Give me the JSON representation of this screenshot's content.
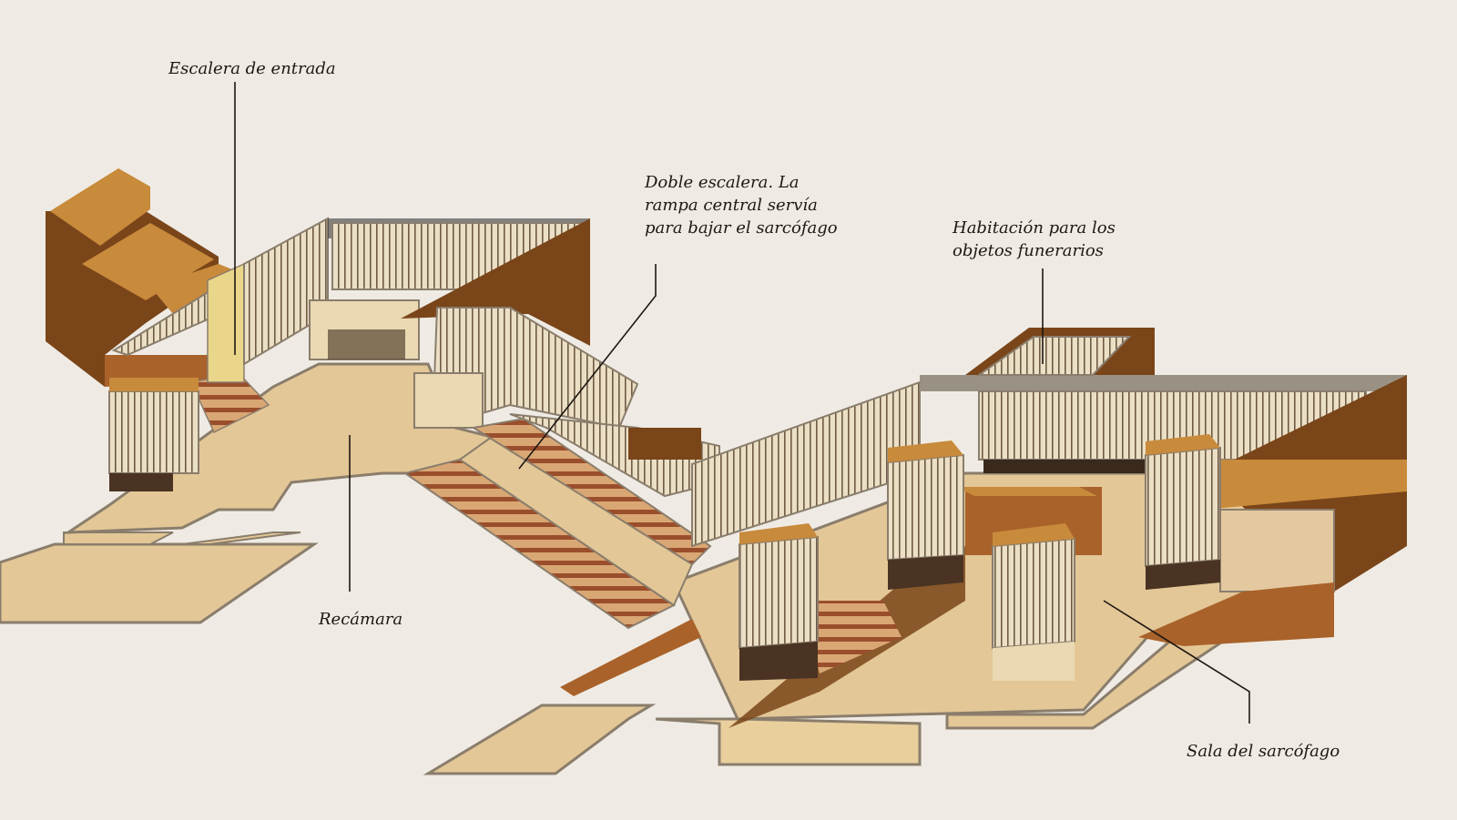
{
  "labels": {
    "escalera_de_entrada": "Escalera de entrada",
    "doble_escalera": [
      "Doble escalera. La",
      "rampa central servía",
      "para bajar el sarcófago"
    ],
    "habitacion": [
      "Habitación para los",
      "objetos funerarios"
    ],
    "recamara": "Recámara",
    "sala_del_sarcofago": "Sala del sarcófago"
  },
  "colors": {
    "background": "#efebe4",
    "floor": "#e3c796",
    "floor_edge": "#8a7d6c",
    "wall_dark": "#7a4519",
    "wall_mid": "#a9622a",
    "wall_top": "#c88a3b",
    "mural": "#e9dcc0",
    "ink": "#1e1712"
  }
}
